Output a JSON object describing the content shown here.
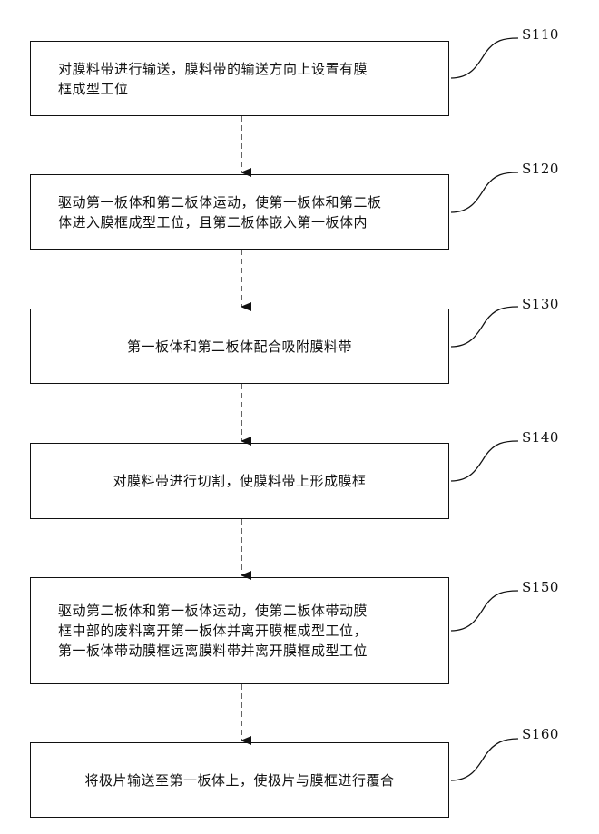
{
  "steps": [
    {
      "label": "S110",
      "text": "对膜料带进行输送，膜料带的输送方向上设置有膜\n框成型工位"
    },
    {
      "label": "S120",
      "text": "驱动第一板体和第二板体运动，使第一板体和第二板\n体进入膜框成型工位，且第二板体嵌入第一板体内"
    },
    {
      "label": "S130",
      "text": "第一板体和第二板体配合吸附膜料带"
    },
    {
      "label": "S140",
      "text": "对膜料带进行切割，使膜料带上形成膜框"
    },
    {
      "label": "S150",
      "text": "驱动第二板体和第一板体运动，使第二板体带动膜\n框中部的废料离开第一板体并离开膜框成型工位，\n第一板体带动膜框远离膜料带并离开膜框成型工位"
    },
    {
      "label": "S160",
      "text": "将极片输送至第一板体上，使极片与膜框进行覆合"
    }
  ],
  "colors": {
    "line": "#111111",
    "background": "#ffffff"
  }
}
